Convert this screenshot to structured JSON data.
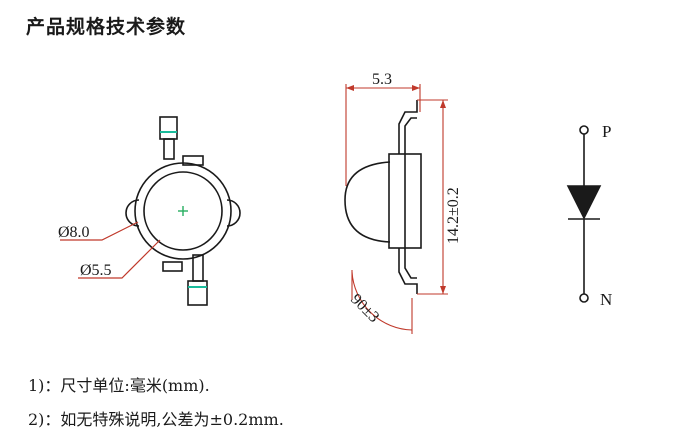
{
  "title": "产品规格技术参数",
  "front_view": {
    "outer_diameter_label": "Ø8.0",
    "lens_diameter_label": "Ø5.5"
  },
  "side_view": {
    "width_label": "5.3",
    "height_label": "14.2±0.2",
    "angle_label": "90±3"
  },
  "symbol": {
    "anode_label": "P",
    "cathode_label": "N"
  },
  "notes": [
    "1)：尺寸单位:毫米(mm).",
    "2)：如无特殊说明,公差为±0.2mm."
  ],
  "colors": {
    "line": "#1a1a1a",
    "dimension": "#c0392b",
    "accent": "#1abc9c",
    "center_mark": "#27ae60"
  }
}
